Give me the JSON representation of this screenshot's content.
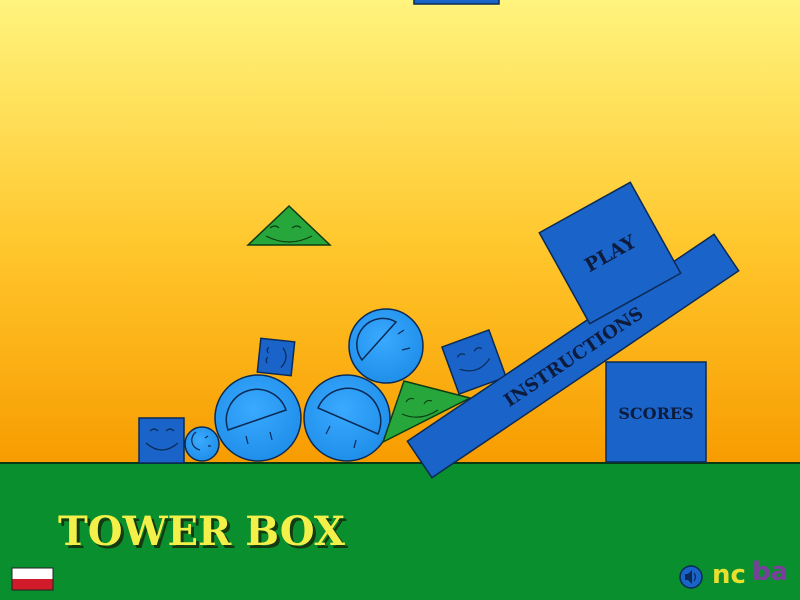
{
  "game": {
    "title": "TOWER BOX",
    "menu": {
      "play_label": "PLAY",
      "instructions_label": "INSTRUCTIONS",
      "scores_label": "SCORES"
    },
    "brand": {
      "logo_part1": "nc",
      "logo_part2": "ba"
    },
    "icons": {
      "sound": "speaker-icon",
      "language": "polish-flag-icon"
    }
  },
  "colors": {
    "sky_top": "#fff27a",
    "sky_bottom": "#f7a000",
    "ground": "#0a8f2e",
    "block_blue": "#1a63c8",
    "ball_blue": "#2196f3",
    "triangle_green": "#26a63b",
    "title_yellow": "#f3f04a",
    "logo_yellow": "#e9df2f",
    "logo_purple": "#7a3e9d"
  }
}
